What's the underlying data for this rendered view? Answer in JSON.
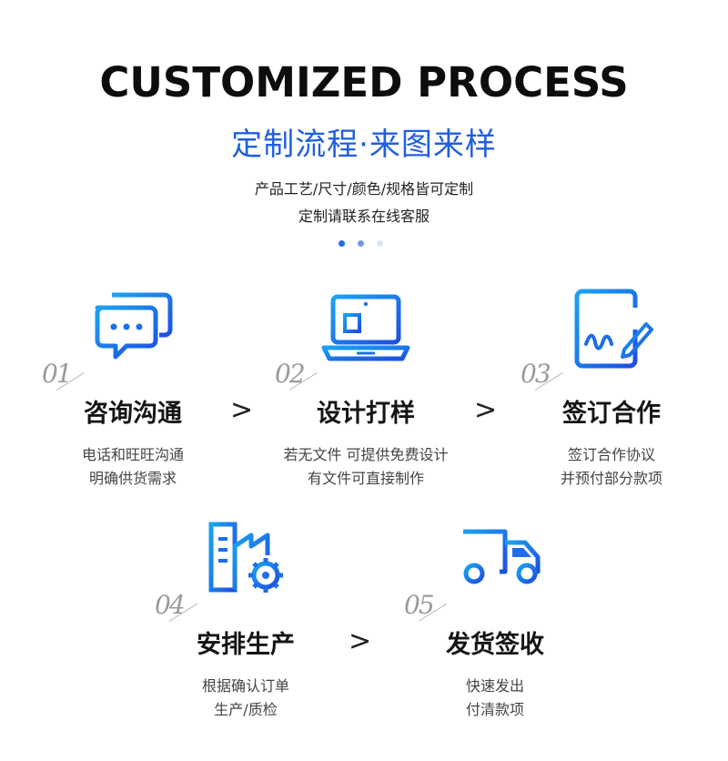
{
  "header": {
    "headline": "CUSTOMIZED PROCESS",
    "subtitle": "定制流程·来图来样",
    "desc_line1": "产品工艺/尺寸/颜色/规格皆可定制",
    "desc_line2": "定制请联系在线客服"
  },
  "colors": {
    "accent": "#1f5fe0",
    "icon_gradient_start": "#1a9bf0",
    "icon_gradient_end": "#1f4fe0"
  },
  "arrow_glyph": ">",
  "steps": [
    {
      "num": "01",
      "title": "咨询沟通",
      "line1": "电话和旺旺沟通",
      "line2": "明确供货需求",
      "icon": "chat-bubbles-icon"
    },
    {
      "num": "02",
      "title": "设计打样",
      "line1": "若无文件 可提供免费设计",
      "line2": "有文件可直接制作",
      "icon": "laptop-icon"
    },
    {
      "num": "03",
      "title": "签订合作",
      "line1": "签订合作协议",
      "line2": "并预付部分款项",
      "icon": "contract-sign-icon"
    },
    {
      "num": "04",
      "title": "安排生产",
      "line1": "根据确认订单",
      "line2": "生产/质检",
      "icon": "factory-gear-icon"
    },
    {
      "num": "05",
      "title": "发货签收",
      "line1": "快速发出",
      "line2": "付清款项",
      "icon": "delivery-truck-icon"
    }
  ]
}
